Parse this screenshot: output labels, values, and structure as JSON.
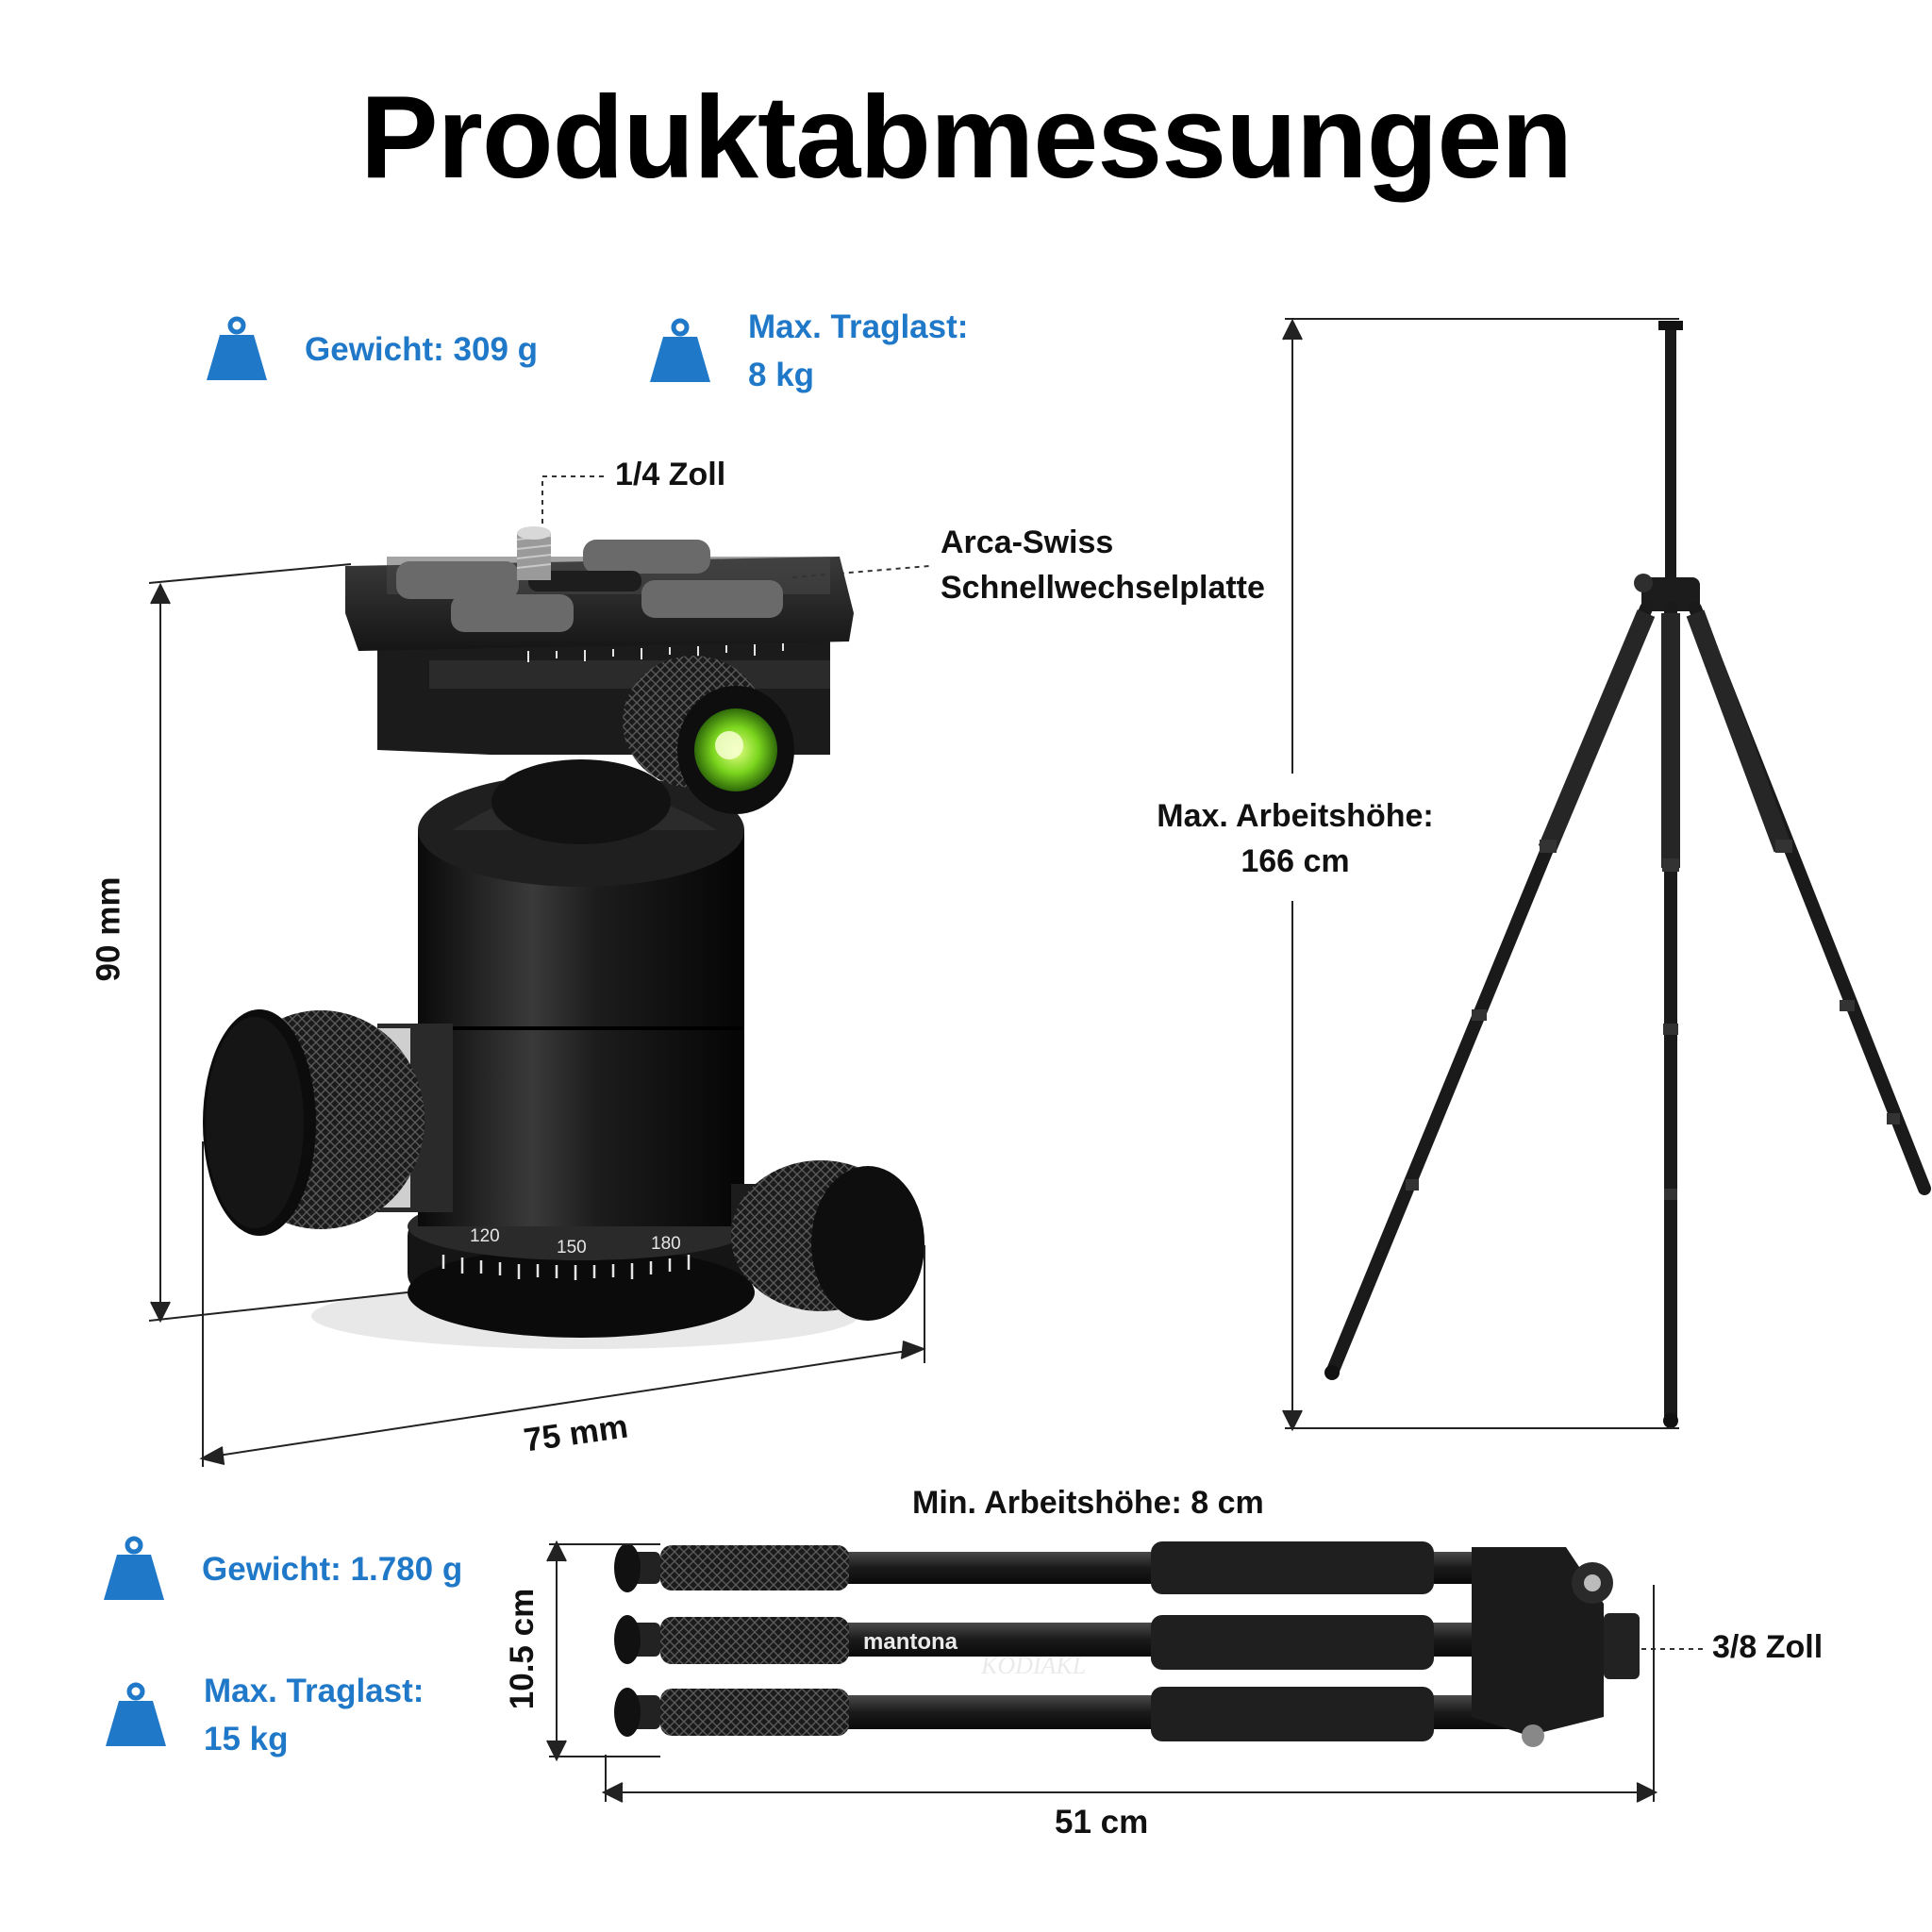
{
  "title": "Produktabmessungen",
  "colors": {
    "accent": "#1f78c8",
    "bubble": "#7cd61e",
    "metal": "#1a1a1a"
  },
  "icons": {
    "weight": "weight-icon"
  },
  "ball_head": {
    "weight": "Gewicht: 309 g",
    "max_load_line1": "Max. Traglast:",
    "max_load_line2": "8 kg",
    "thread": "1/4 Zoll",
    "plate_line1": "Arca-Swiss",
    "plate_line2": "Schnellwechselplatte",
    "height": "90 mm",
    "width": "75 mm",
    "scale_120": "120",
    "scale_150": "150",
    "scale_180": "180"
  },
  "tripod_extended": {
    "max_height_line1": "Max. Arbeitshöhe:",
    "max_height_line2": "166 cm"
  },
  "tripod_folded": {
    "min_height": "Min. Arbeitshöhe: 8 cm",
    "weight": "Gewicht: 1.780 g",
    "max_load_line1": "Max. Traglast:",
    "max_load_line2": "15 kg",
    "thickness": "10.5 cm",
    "length": "51 cm",
    "thread": "3/8 Zoll",
    "brand": "mantona",
    "model": "KODIAKL"
  }
}
